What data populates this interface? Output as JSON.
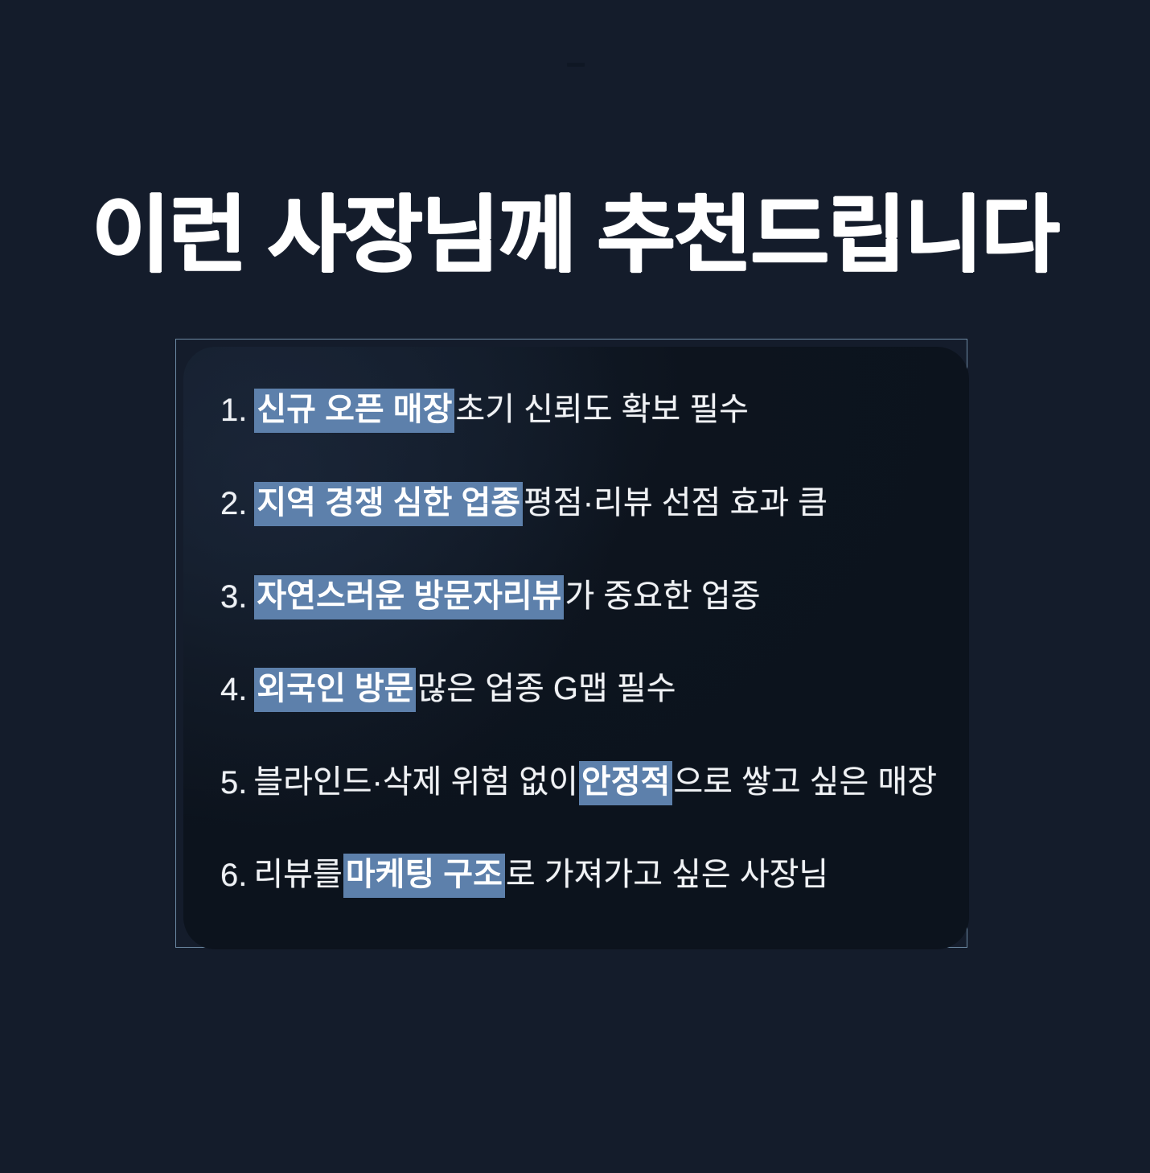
{
  "page": {
    "background_color": "#141c2b",
    "panel_color": "#0d141e",
    "outline_color": "#6d8aa4",
    "highlight_color": "#5d80ab",
    "text_color": "#f0f2f5",
    "title": "이런 사장님께 추천드립니다",
    "top_mark": "dash"
  },
  "list": {
    "items": [
      {
        "index": "1.",
        "segments": [
          {
            "text": "신규 오픈 매장",
            "highlight": true
          },
          {
            "text": " 초기 신뢰도 확보 필수",
            "highlight": false
          }
        ],
        "full_text": "1. 신규 오픈 매장 초기 신뢰도 확보 필수"
      },
      {
        "index": "2.",
        "segments": [
          {
            "text": "지역 경쟁 심한 업종",
            "highlight": true
          },
          {
            "text": " 평점·리뷰 선점 효과 큼",
            "highlight": false
          }
        ],
        "full_text": "2. 지역 경쟁 심한 업종 평점·리뷰 선점 효과 큼"
      },
      {
        "index": "3.",
        "segments": [
          {
            "text": "자연스러운 방문자리뷰",
            "highlight": true
          },
          {
            "text": "가 중요한 업종",
            "highlight": false
          }
        ],
        "full_text": "3. 자연스러운 방문자리뷰가 중요한 업종"
      },
      {
        "index": "4.",
        "segments": [
          {
            "text": "외국인 방문",
            "highlight": true
          },
          {
            "text": " 많은 업종 G맵 필수",
            "highlight": false
          }
        ],
        "full_text": "4. 외국인 방문 많은 업종 G맵 필수"
      },
      {
        "index": "5.",
        "segments": [
          {
            "text": "블라인드·삭제 위험 없이 ",
            "highlight": false
          },
          {
            "text": "안정적",
            "highlight": true
          },
          {
            "text": "으로 쌓고 싶은 매장",
            "highlight": false
          }
        ],
        "full_text": "5. 블라인드·삭제 위험 없이 안정적으로 쌓고 싶은 매장"
      },
      {
        "index": "6.",
        "segments": [
          {
            "text": "리뷰를 ",
            "highlight": false
          },
          {
            "text": "마케팅 구조",
            "highlight": true
          },
          {
            "text": "로 가져가고 싶은 사장님",
            "highlight": false
          }
        ],
        "full_text": "6. 리뷰를 마케팅 구조로 가져가고 싶은 사장님"
      }
    ]
  }
}
